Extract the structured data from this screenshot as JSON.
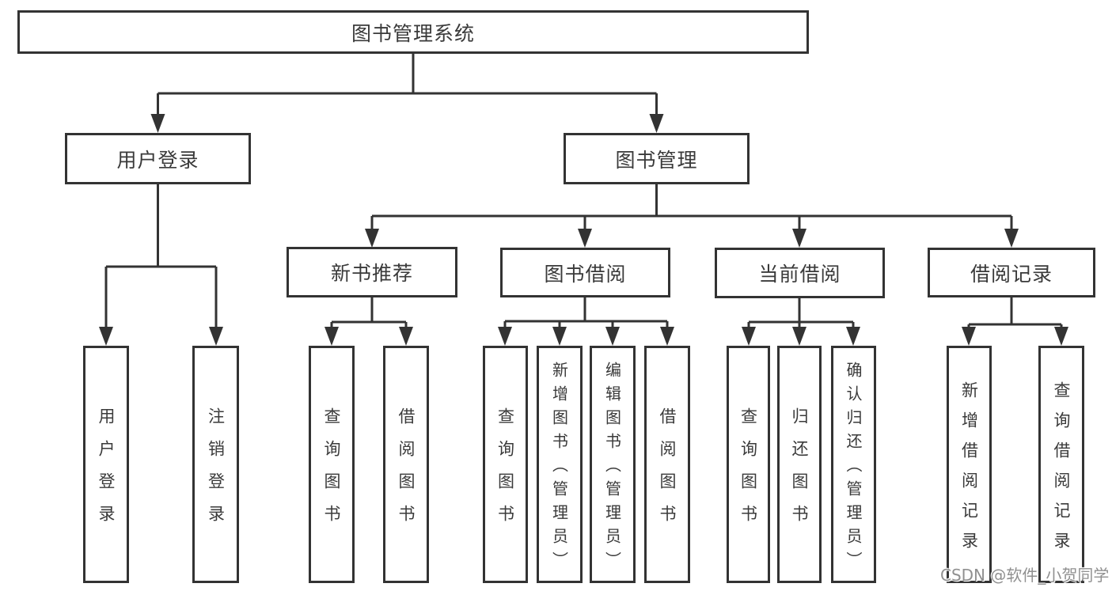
{
  "tree": {
    "root": {
      "label": "图书管理系统",
      "children": [
        {
          "label": "用户登录",
          "children": [
            {
              "label": "用户登录"
            },
            {
              "label": "注销登录"
            }
          ]
        },
        {
          "label": "图书管理",
          "children": [
            {
              "label": "新书推荐",
              "children": [
                {
                  "label": "查询图书"
                },
                {
                  "label": "借阅图书"
                }
              ]
            },
            {
              "label": "图书借阅",
              "children": [
                {
                  "label": "查询图书"
                },
                {
                  "label": "新增图书（管理员）"
                },
                {
                  "label": "编辑图书（管理员）"
                },
                {
                  "label": "借阅图书"
                }
              ]
            },
            {
              "label": "当前借阅",
              "children": [
                {
                  "label": "查询图书"
                },
                {
                  "label": "归还图书"
                },
                {
                  "label": "确认归还（管理员）"
                }
              ]
            },
            {
              "label": "借阅记录",
              "children": [
                {
                  "label": "新增借阅记录"
                },
                {
                  "label": "查询借阅记录"
                }
              ]
            }
          ]
        }
      ]
    }
  },
  "watermark": {
    "text": "CSDN @软件_小贺同学"
  },
  "colors": {
    "line": "#333333",
    "box_border": "#333333",
    "text": "#3a3a3a",
    "background": "#ffffff",
    "watermark_text": "#909090"
  }
}
